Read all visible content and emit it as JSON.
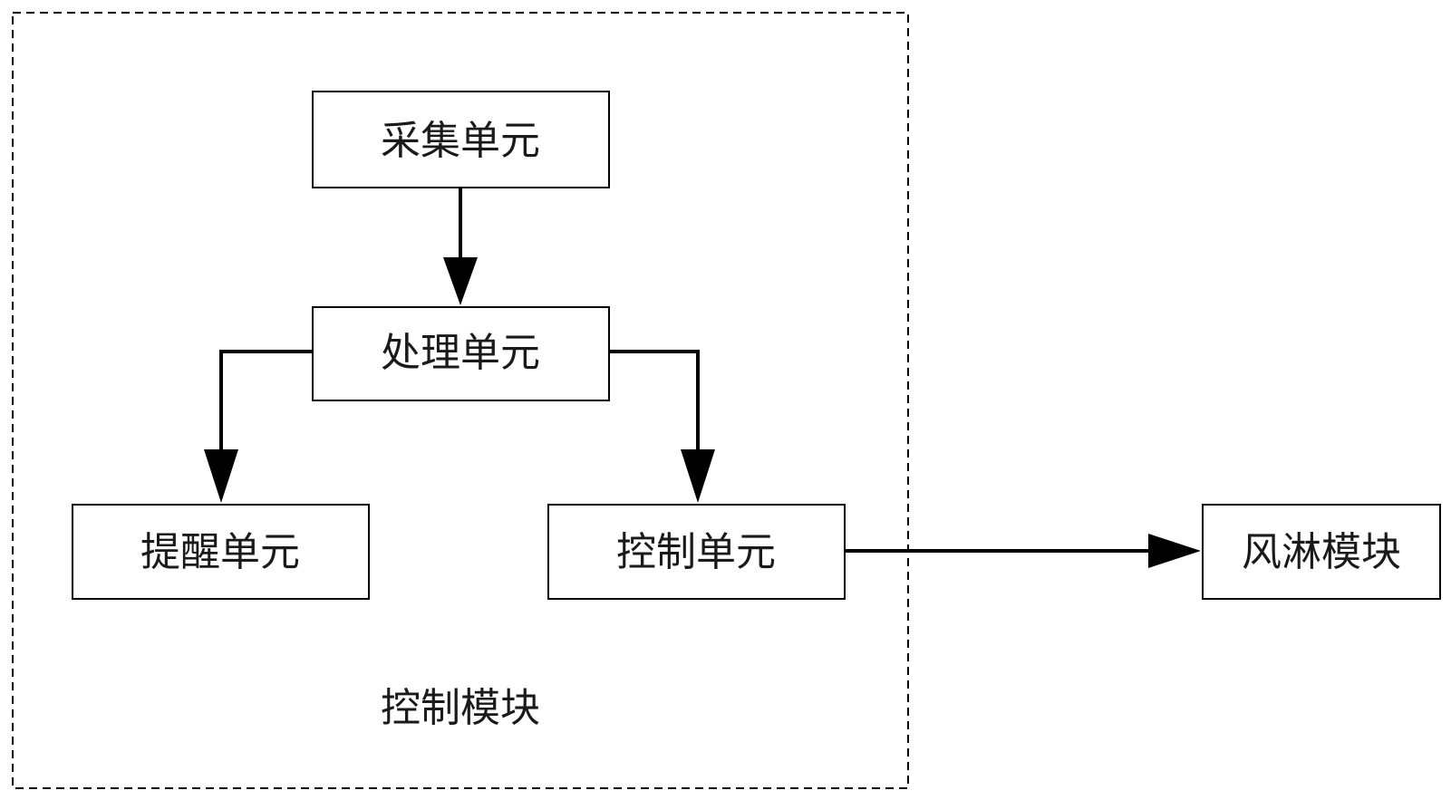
{
  "group": {
    "label": "控制模块"
  },
  "nodes": {
    "collect": {
      "label": "采集单元"
    },
    "process": {
      "label": "处理单元"
    },
    "remind": {
      "label": "提醒单元"
    },
    "control": {
      "label": "控制单元"
    },
    "air_shower": {
      "label": "风淋模块"
    }
  },
  "edges": [
    {
      "from": "采集单元",
      "to": "处理单元"
    },
    {
      "from": "处理单元",
      "to": "提醒单元"
    },
    {
      "from": "处理单元",
      "to": "控制单元"
    },
    {
      "from": "控制单元",
      "to": "风淋模块"
    }
  ]
}
